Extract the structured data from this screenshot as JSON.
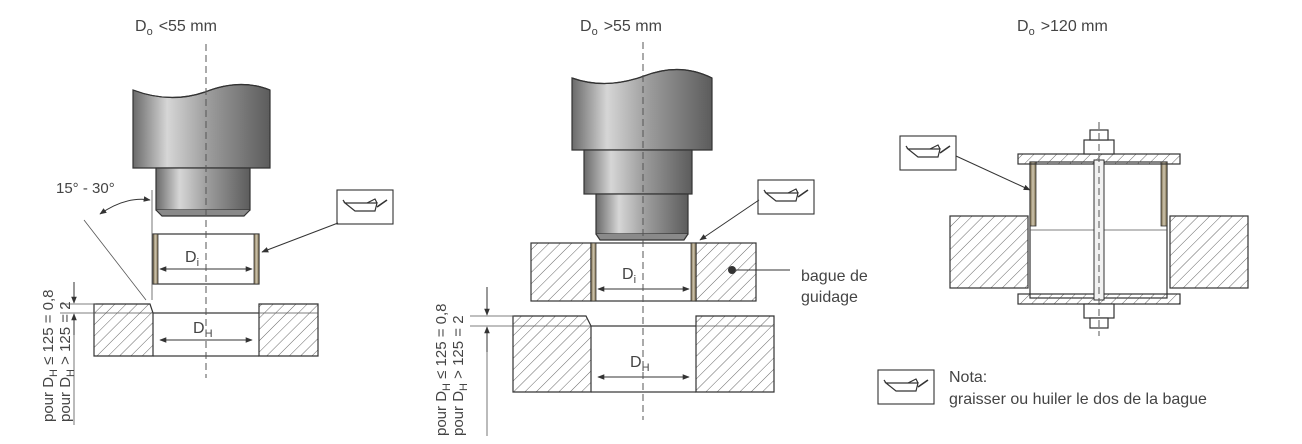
{
  "panels": [
    {
      "d_label": "D",
      "d_sub": "o",
      "d_cond": "<55 mm"
    },
    {
      "d_label": "D",
      "d_sub": "o",
      "d_cond": ">55 mm"
    },
    {
      "d_label": "D",
      "d_sub": "o",
      "d_cond": ">120 mm"
    }
  ],
  "angle_label": "15° - 30°",
  "dim": {
    "di_main": "D",
    "di_sub": "i",
    "dh_main": "D",
    "dh_sub": "H"
  },
  "tolerance": {
    "line1_pre": "pour D",
    "line1_sub": "H",
    "line1_post": " ≤ 125 = 0,8",
    "line2_pre": "pour D",
    "line2_sub": "H",
    "line2_post": " > 125 = 2"
  },
  "guide_label_line1": "bague de",
  "guide_label_line2": "guidage",
  "note_title": "Nota:",
  "note_text": "graisser ou huiler le dos de la bague",
  "icons": {
    "oil_can": "oil-can-icon"
  }
}
